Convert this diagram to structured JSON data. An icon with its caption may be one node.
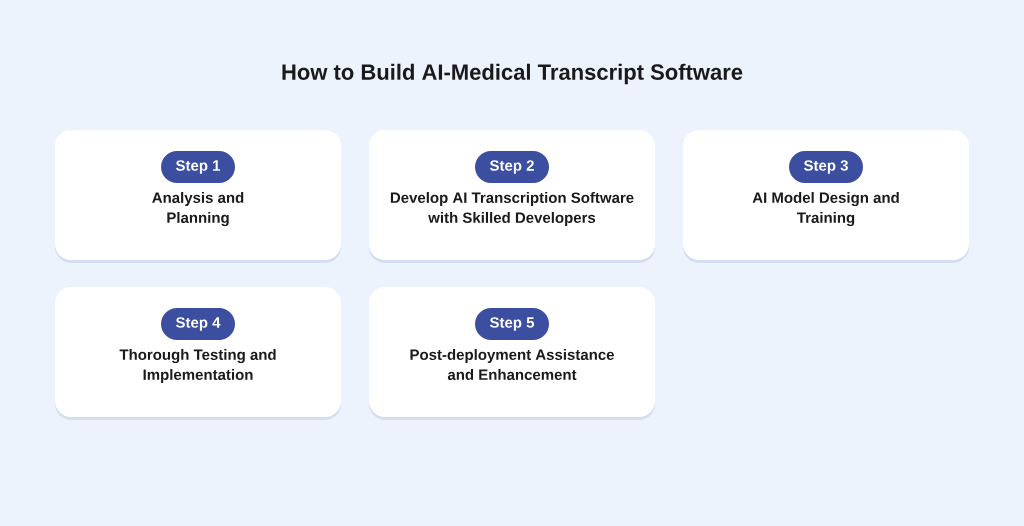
{
  "diagram": {
    "title": "How to Build AI-Medical Transcript Software",
    "nodes": [
      {
        "text": [
          "Analysis and Planning"
        ]
      },
      {
        "text": [
          "Step 1"
        ],
        "in": 0
      },
      {
        "text": [
          "Develop AI Transcription Software with Skilled Developers"
        ]
      },
      {
        "text": [
          "Step 2"
        ],
        "in": 2
      },
      {
        "text": [
          "AI Model Design and Training"
        ]
      },
      {
        "text": [
          "Step 3"
        ],
        "in": 4
      },
      {
        "text": [
          "Thorough Testing and Implementation"
        ]
      },
      {
        "text": [
          "Step 4"
        ],
        "in": 6
      },
      {
        "text": [
          "Post-deployment Assistance and Enhancement"
        ]
      },
      {
        "text": [
          "Step 5"
        ],
        "in": 8
      }
    ]
  }
}
